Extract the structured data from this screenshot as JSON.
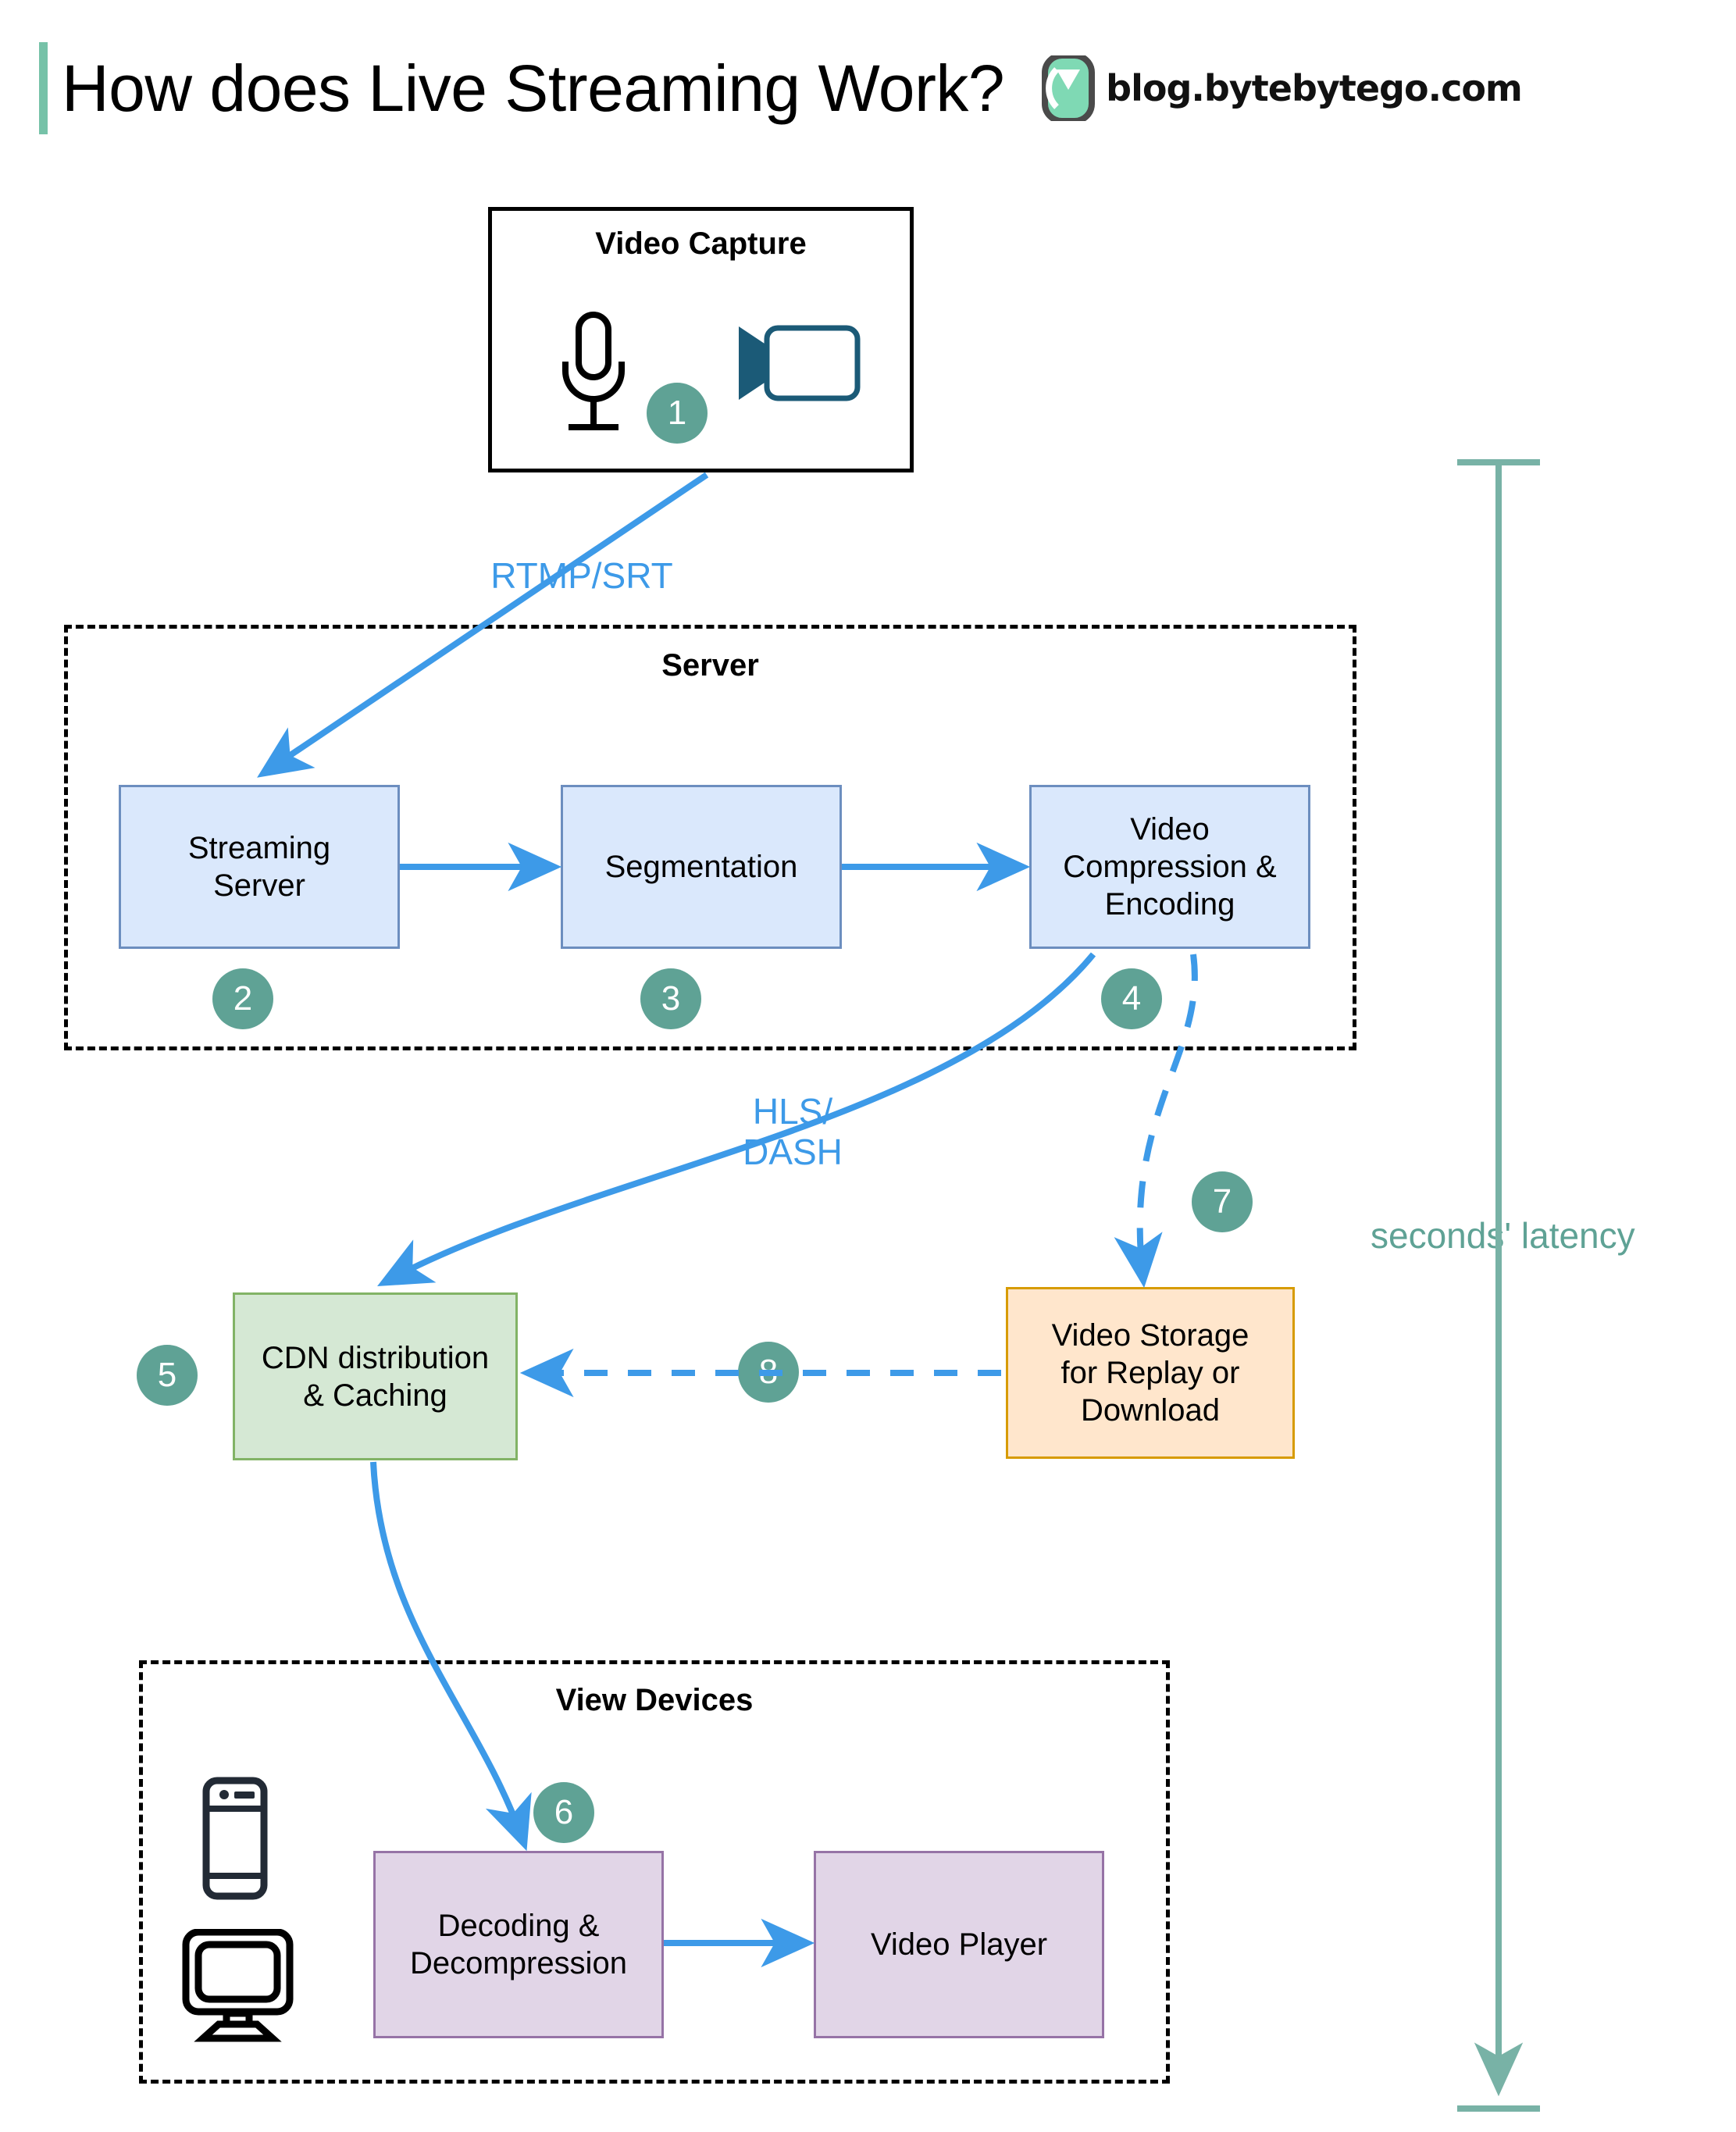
{
  "header": {
    "title": "How does Live Streaming Work?",
    "brand_text": "blog.bytebytego.com",
    "accent_color": "#76c2a8",
    "logo_icon": "bytebytego-logo-icon"
  },
  "groups": [
    {
      "id": "video-capture",
      "title": "Video Capture",
      "style": "solid"
    },
    {
      "id": "server",
      "title": "Server",
      "style": "dashed"
    },
    {
      "id": "view-devices",
      "title": "View Devices",
      "style": "dashed"
    }
  ],
  "capture_icons": [
    {
      "name": "microphone-icon",
      "color": "#000000"
    },
    {
      "name": "video-camera-icon",
      "color": "#1b5a77"
    }
  ],
  "device_icons": [
    {
      "name": "smartphone-icon",
      "color": "#222a35"
    },
    {
      "name": "desktop-monitor-icon",
      "color": "#000000"
    }
  ],
  "nodes": [
    {
      "id": "streaming-server",
      "label": "Streaming\nServer",
      "color": "#dae8fc",
      "border": "#6c8ebf"
    },
    {
      "id": "segmentation",
      "label": "Segmentation",
      "color": "#dae8fc",
      "border": "#6c8ebf"
    },
    {
      "id": "video-compression",
      "label": "Video\nCompression &\nEncoding",
      "color": "#dae8fc",
      "border": "#6c8ebf"
    },
    {
      "id": "cdn",
      "label": "CDN distribution\n& Caching",
      "color": "#d5e8d4",
      "border": "#82b366"
    },
    {
      "id": "video-storage",
      "label": "Video Storage\nfor Replay or\nDownload",
      "color": "#ffe6cc",
      "border": "#d79b00"
    },
    {
      "id": "decoding",
      "label": "Decoding &\nDecompression",
      "color": "#e1d5e7",
      "border": "#9673a6"
    },
    {
      "id": "video-player",
      "label": "Video Player",
      "color": "#e1d5e7",
      "border": "#9673a6"
    }
  ],
  "badges": [
    {
      "n": "1"
    },
    {
      "n": "2"
    },
    {
      "n": "3"
    },
    {
      "n": "4"
    },
    {
      "n": "5"
    },
    {
      "n": "6"
    },
    {
      "n": "7"
    },
    {
      "n": "8"
    }
  ],
  "edge_labels": [
    {
      "id": "rtmp-srt",
      "text": "RTMP/SRT",
      "color": "#3d9ae8"
    },
    {
      "id": "hls-dash",
      "text": "HLS/\nDASH",
      "color": "#3d9ae8"
    }
  ],
  "annotation": {
    "latency_text": "seconds' latency",
    "latency_color": "#5fa295"
  },
  "colors": {
    "arrow_blue": "#3d9ae8",
    "badge_teal": "#5fa295",
    "accent_green": "#76c2a8",
    "blue_fill": "#dae8fc",
    "blue_stroke": "#6c8ebf",
    "green_fill": "#d5e8d4",
    "green_stroke": "#82b366",
    "orange_fill": "#ffe6cc",
    "orange_stroke": "#d79b00",
    "purple_fill": "#e1d5e7",
    "purple_stroke": "#9673a6"
  }
}
